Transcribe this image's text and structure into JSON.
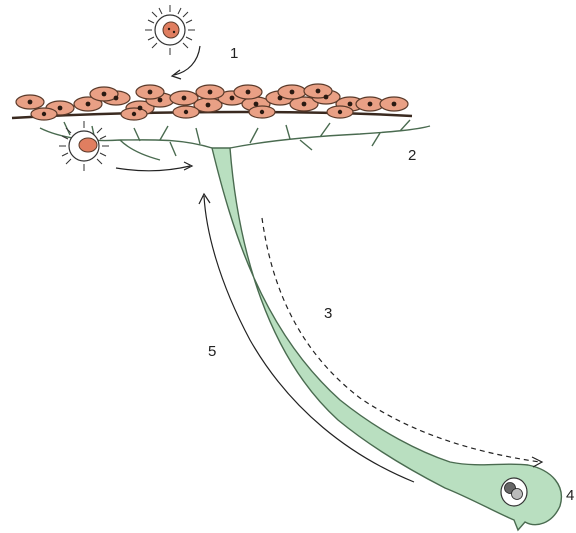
{
  "labels": {
    "step1": "1",
    "step2": "2",
    "step3": "3",
    "step4": "4",
    "step5": "5"
  },
  "colors": {
    "neuron_fill": "#b9dfc0",
    "neuron_stroke": "#4a6b50",
    "cell_fill": "#e9a085",
    "cell_stroke": "#5a3a2a",
    "nucleus": "#2a1a12",
    "virus_fill": "#e07e60",
    "line": "#222222"
  }
}
